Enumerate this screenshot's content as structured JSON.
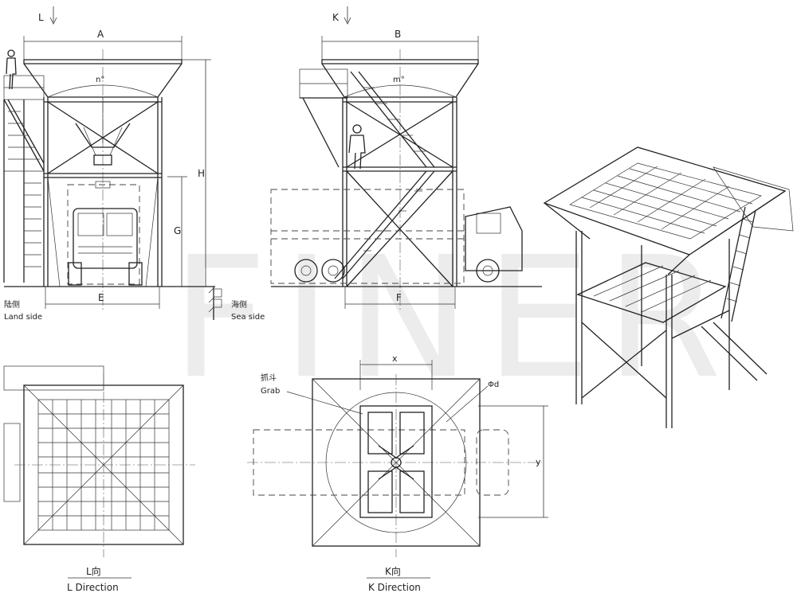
{
  "dimensions": {
    "A": "A",
    "B": "B",
    "E": "E",
    "F": "F",
    "G": "G",
    "H": "H",
    "x": "x",
    "y": "y",
    "phi_d": "Φd",
    "angle_n": "n°",
    "angle_m": "m°"
  },
  "view_arrows": {
    "L": "L",
    "K": "K"
  },
  "sides": {
    "land_cn": "陆侧",
    "land_en": "Land side",
    "sea_cn": "海侧",
    "sea_en": "Sea side"
  },
  "grab": {
    "cn": "抓斗",
    "en": "Grab"
  },
  "views": {
    "l_cn": "L向",
    "l_en": "L Direction",
    "k_cn": "K向",
    "k_en": "K Direction"
  },
  "watermark": "FINER"
}
